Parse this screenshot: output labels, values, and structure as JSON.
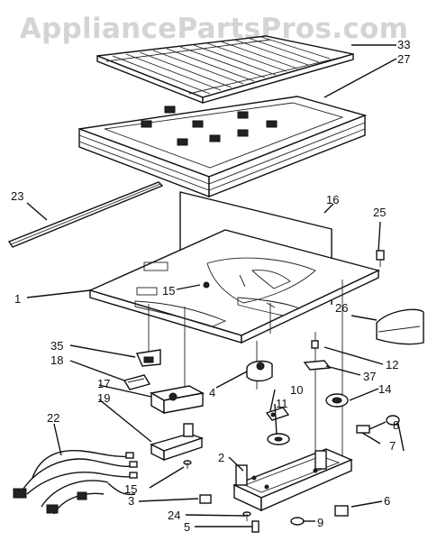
{
  "watermark": "AppliancePartsPros.com",
  "labels": {
    "l1": "1",
    "l2": "2",
    "l3": "3",
    "l4": "4",
    "l5": "5",
    "l6": "6",
    "l7": "7",
    "l8": "8",
    "l9": "9",
    "l10": "10",
    "l11": "11",
    "l12": "12",
    "l14": "14",
    "l15a": "15",
    "l15b": "15",
    "l16": "16",
    "l17": "17",
    "l18": "18",
    "l19": "19",
    "l22": "22",
    "l23": "23",
    "l24": "24",
    "l25": "25",
    "l26": "26",
    "l27": "27",
    "l33": "33",
    "l35": "35",
    "l37": "37"
  }
}
